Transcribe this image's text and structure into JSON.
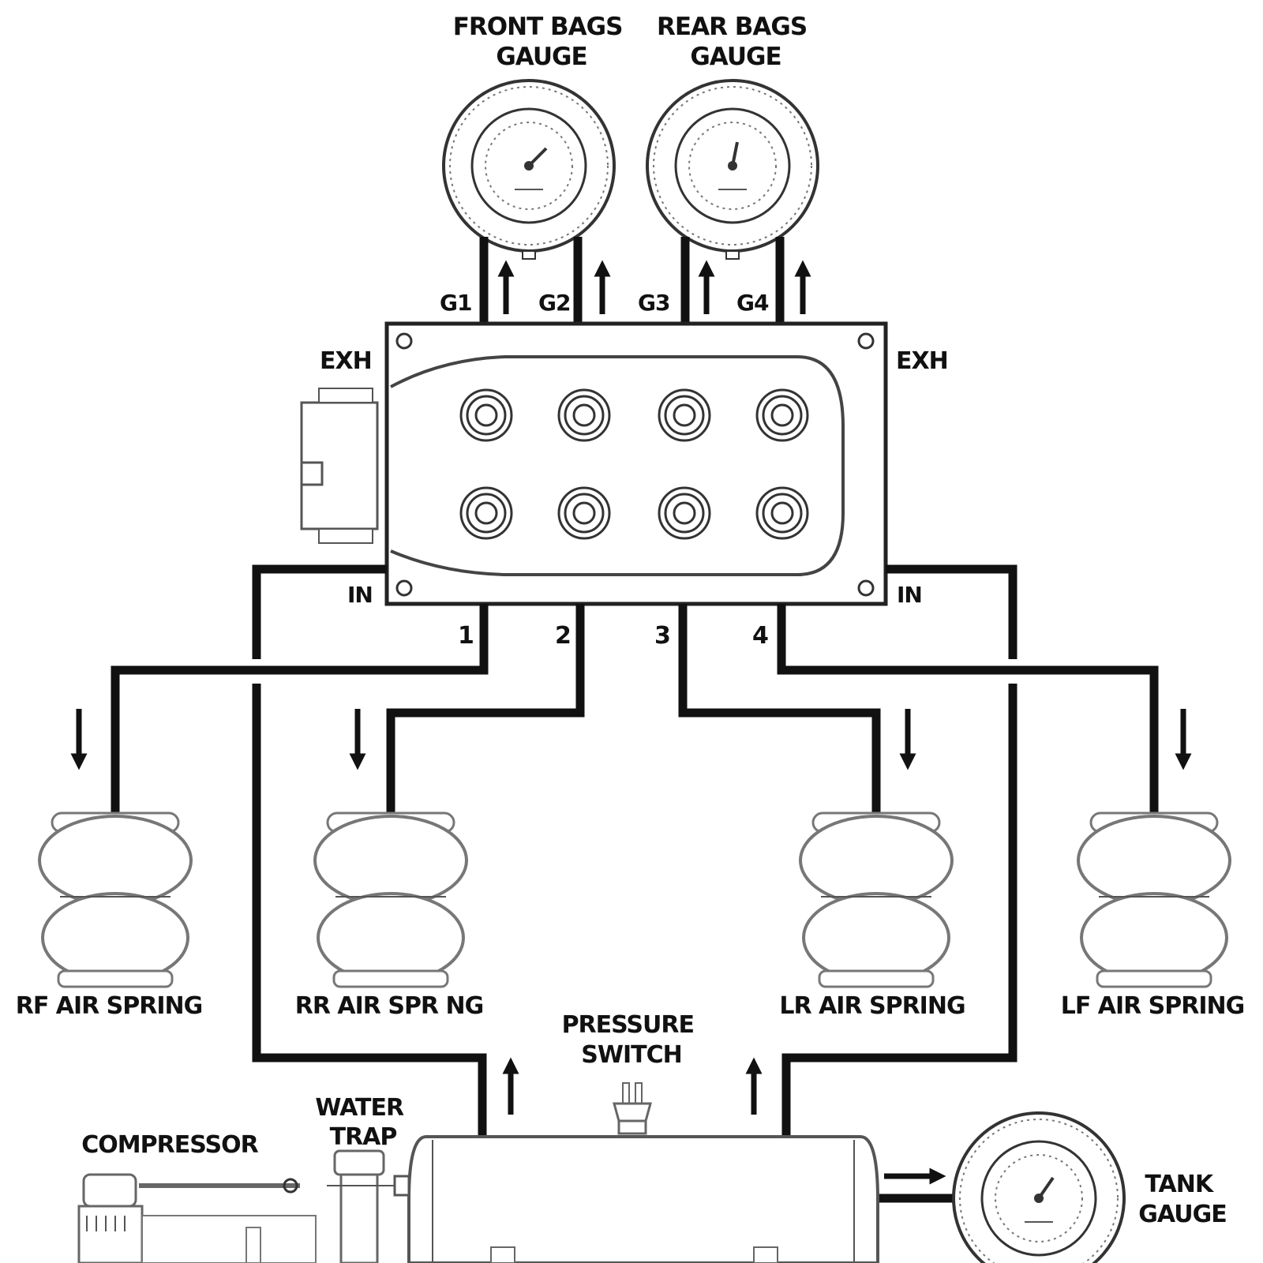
{
  "diagram": {
    "gauges": {
      "front_bags": "FRONT BAGS GAUGE",
      "rear_bags": "REAR BAGS GAUGE",
      "tank": "TANK GAUGE"
    },
    "manifold": {
      "gauge_ports": [
        "G1",
        "G2",
        "G3",
        "G4"
      ],
      "exhaust_left": "EXH",
      "exhaust_right": "EXH",
      "inlet_left": "IN",
      "inlet_right": "IN",
      "outlet_ports": [
        "1",
        "2",
        "3",
        "4"
      ]
    },
    "air_springs": {
      "rf": "RF AIR SPRING",
      "rr": "RR AIR SPR NG",
      "lr": "LR AIR SPRING",
      "lf": "LF AIR SPRING"
    },
    "tank_components": {
      "pressure_switch": "PRESSURE SWITCH",
      "water_trap": "WATER TRAP",
      "compressor": "COMPRESSOR"
    },
    "colors": {
      "line": "#111111",
      "background": "#ffffff"
    }
  }
}
